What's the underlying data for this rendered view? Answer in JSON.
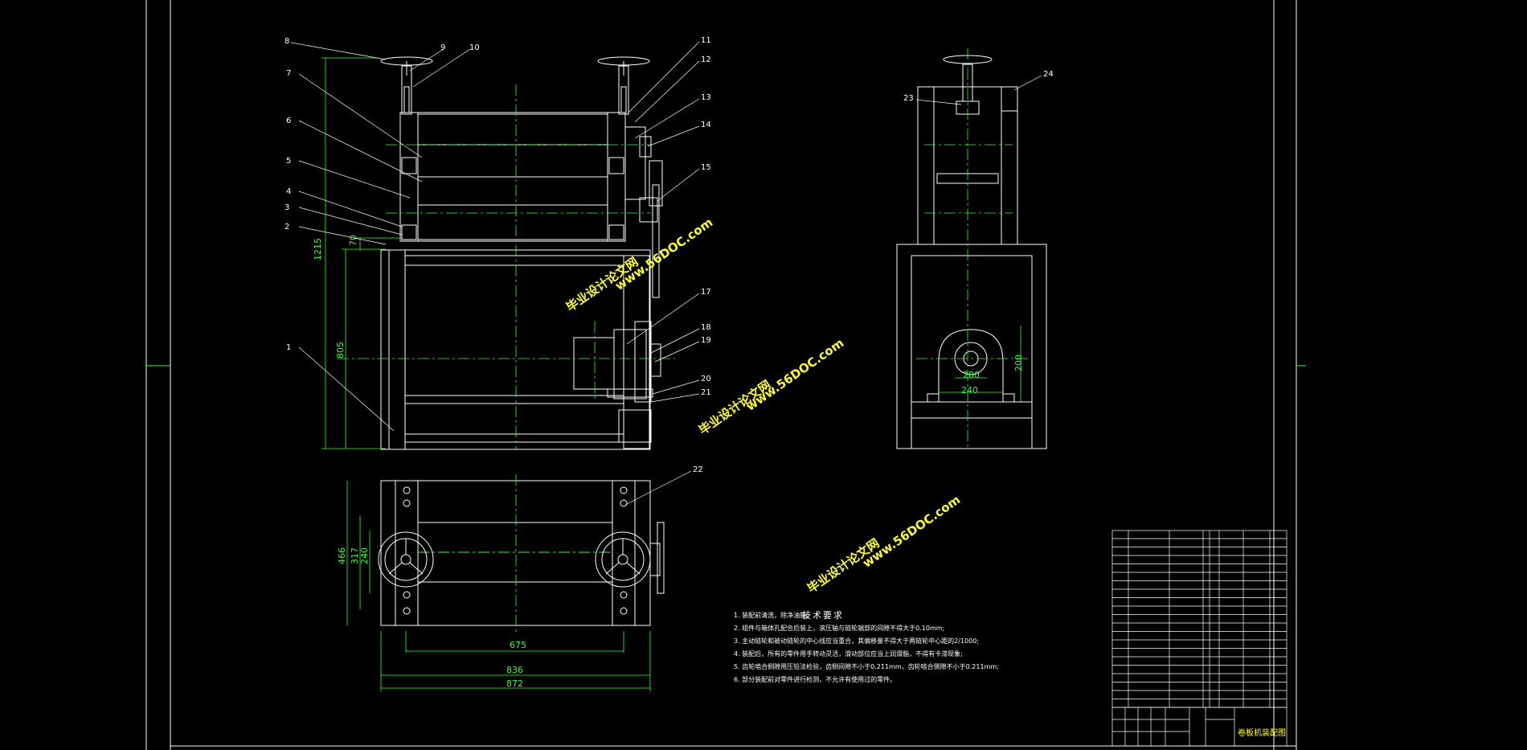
{
  "drawing": {
    "part_numbers": [
      "1",
      "2",
      "3",
      "4",
      "5",
      "6",
      "7",
      "8",
      "9",
      "10",
      "11",
      "12",
      "13",
      "14",
      "15",
      "17",
      "18",
      "19",
      "20",
      "21",
      "22",
      "23",
      "24"
    ],
    "dimensions": {
      "front_height_total": "1215",
      "front_height_lower": "805",
      "front_small": "70",
      "plan_width_outer": "872",
      "plan_width_mid": "836",
      "plan_width_inner": "675",
      "plan_depth_a": "466",
      "plan_depth_b": "317",
      "plan_depth_c": "240",
      "side_height": "200",
      "side_width": "240",
      "side_small": "280"
    },
    "notes_title": "技术要求",
    "notes": [
      "1. 装配前清洗，除净油脂。",
      "2. 组件与箱体孔配合后装上，滚压轴与链轮端部的间隙不得大于0.10mm;",
      "3. 主动链轮和被动链轮的中心线应当重合，其偏移量不得大于两链轮中心距的2/1000;",
      "4. 装配后，所有的零件用手转动灵活，滑动部位应当上润滑脂，不得有卡滞现象;",
      "5. 齿轮啮合侧隙用压铅法检验，齿侧间隙不小于0.211mm，齿轮啮合侧隙不小于0.211mm;",
      "6. 部分装配前对零件进行检测，不允许有使用过的零件。"
    ],
    "title_block_name": "卷板机装配图",
    "watermark": [
      "毕业设计论文网",
      "www.56DOC.com"
    ]
  }
}
